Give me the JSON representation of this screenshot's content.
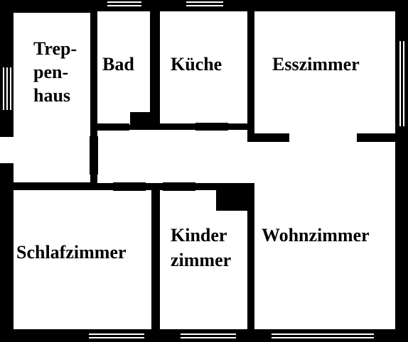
{
  "colors": {
    "wall": "#000000",
    "floor": "#ffffff"
  },
  "rooms": {
    "treppenhaus": [
      "Trep-",
      "pen-",
      "haus"
    ],
    "bad": "Bad",
    "kueche": "Küche",
    "esszimmer": "Esszimmer",
    "schlafzimmer": "Schlafzimmer",
    "kinderzimmer": [
      "Kinder",
      "zimmer"
    ],
    "wohnzimmer": "Wohnzimmer"
  }
}
